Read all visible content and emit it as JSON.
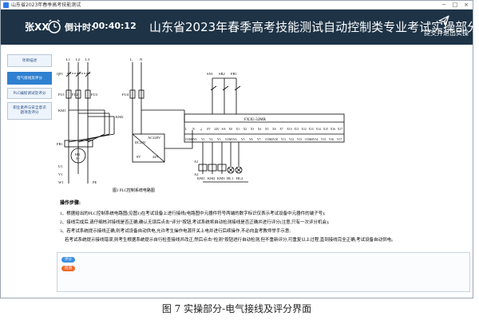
{
  "window": {
    "title": "山东省2023年春季高考技能测试"
  },
  "header": {
    "user": "张XX",
    "timer_label": "倒计时:",
    "timer_value": "00:40:12",
    "exam_title": "山东省2023年春季高考技能测试自动控制类专业考试实操部分",
    "exit_label": "提交并退出实操"
  },
  "sidebar": {
    "items": [
      {
        "label": "项目描述"
      },
      {
        "label": "电气接线及评分"
      },
      {
        "label": "PLC编程调试及评分"
      },
      {
        "label": "职业素养与安全意识\n题项及评分"
      }
    ]
  },
  "diagram": {
    "labels": {
      "L1": "L1",
      "L2": "L2",
      "L3": "L3",
      "L": "L",
      "N": "N",
      "QF1": "QF1",
      "FU1": "FU1",
      "FU2": "FU2",
      "FU3": "FU3",
      "FU4": "FU4",
      "KM1": "KM1",
      "KM2": "KM2",
      "FR1": "FR1",
      "M1": "M1",
      "M_sym": "3~",
      "U1": "U1",
      "V1": "V1",
      "W1": "W1",
      "PE": "PE",
      "SN1": "SN1",
      "SB2": "SB2",
      "FR1b": "FR1",
      "plc_model": "FX3U-32MR",
      "plc_top": [
        "L",
        "N",
        "⏚",
        "0V",
        "24V",
        "S/S",
        "X0",
        "X1",
        "X2",
        "X3",
        "X4",
        "X5",
        "X6",
        "X7",
        "X10",
        "X11",
        "X12",
        "X13",
        "X14",
        "X15",
        "X16",
        "X17"
      ],
      "plc_bottom": [
        "COM0",
        "Y0",
        "Y1",
        "Y2",
        "Y3",
        "COM1",
        "Y4",
        "Y5",
        "Y6",
        "Y7",
        "COM2",
        "Y10",
        "Y11",
        "Y12",
        "Y13",
        "COM4",
        "Y14",
        "Y15",
        "Y16",
        "Y17"
      ],
      "inverter_in": "AC220V",
      "inverter_dc": "DC24V",
      "dc_0v": "0V",
      "dc_24v": "24V",
      "A1": "A1",
      "A2": "A2",
      "KM1c": "KM1",
      "KM2c": "KM2",
      "KM3c": "KM3",
      "HL1": "HL1",
      "HL2": "HL2",
      "fig_caption": "图1  PLC控制系统电路图"
    }
  },
  "instructions": {
    "heading": "操作步骤:",
    "steps": [
      "1、根据给出的PLC控制系统电路图(见图1)在考试设备上进行接线(电路图中元器件符号两端的数字标识仅表示考试设备中元器件的端子号);",
      "2、接线完成后,请仔细核对接线是否正确,确认无误后点击“评分”按钮,考试系统将自动检测接线是否正确并进行评分(注意,只有一次评分机会);",
      "3、若考试系统提示接线正确,则考试设备自动供电,允许考生操作电源开关上电并进行后续操作,不必向监考教师举手示意;",
      "若考试系统提示接线错误,则考生根据系统提示自行检查接线并改正,然后点击“检测”按钮进行自动检测,但不重新评分,可重复以上过程,直到接线完全正确,考试设备自动供电。"
    ]
  },
  "bottom": {
    "score_btn": "评分",
    "check_btn": "检测"
  },
  "caption": "图 7  实操部分-电气接线及评分界面"
}
